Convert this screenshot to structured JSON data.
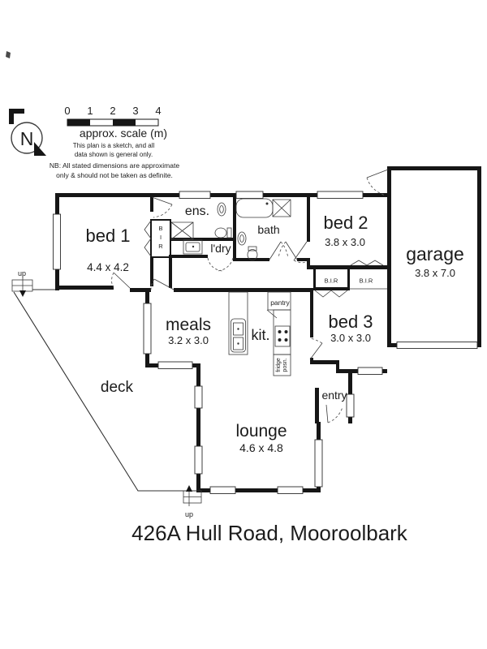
{
  "header": {
    "north_label": "N",
    "scale_ticks": [
      "0",
      "1",
      "2",
      "3",
      "4"
    ],
    "scale_caption": "approx. scale (m)",
    "disclaimer_lines": [
      "This plan is a sketch, and all",
      "data shown is general only.",
      "NB: All stated dimensions are approximate",
      "only & should not be taken as definite."
    ]
  },
  "rooms": {
    "bed1": {
      "label": "bed 1",
      "dims": "4.4 x 4.2"
    },
    "bed2": {
      "label": "bed 2",
      "dims": "3.8 x 3.0"
    },
    "bed3": {
      "label": "bed 3",
      "dims": "3.0 x 3.0"
    },
    "garage": {
      "label": "garage",
      "dims": "3.8 x 7.0"
    },
    "meals": {
      "label": "meals",
      "dims": "3.2 x 3.0"
    },
    "lounge": {
      "label": "lounge",
      "dims": "4.6 x 4.8"
    },
    "kitchen": {
      "label": "kit."
    },
    "ensuite": {
      "label": "ens."
    },
    "bath": {
      "label": "bath"
    },
    "laundry": {
      "label": "l'dry"
    },
    "entry": {
      "label": "entry"
    },
    "deck": {
      "label": "deck"
    }
  },
  "features": {
    "pantry": "pantry",
    "fridge_line1": "fridge",
    "fridge_line2": "posn.",
    "bir_vertical": [
      "B",
      "I",
      "R"
    ],
    "bir_bed2": "B.I.R",
    "bir_bed3": "B.I.R",
    "up_top": "up",
    "up_bottom": "up"
  },
  "caption": "426A Hull Road, Mooroolbark",
  "colors": {
    "ink": "#1a1a1a",
    "line": "#333333",
    "background": "#ffffff"
  }
}
